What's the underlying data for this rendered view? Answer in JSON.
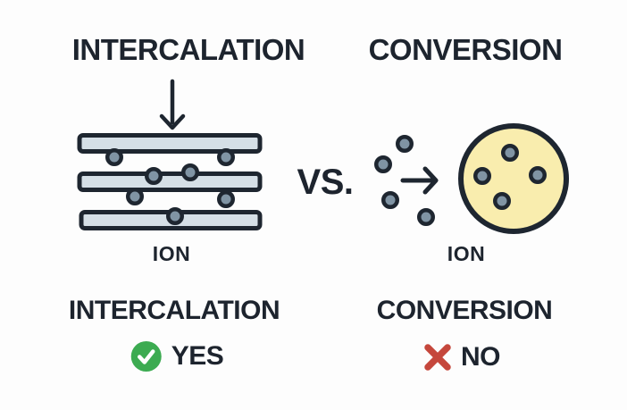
{
  "colors": {
    "background": "#fdfdfd",
    "outline": "#1e2630",
    "text": "#1d242e",
    "layer_fill": "#d5dfe6",
    "ion_fill": "#8094a4",
    "product_fill": "#f9edae",
    "yes_green": "#3cab51",
    "no_red": "#c5473c",
    "check_mark": "#ffffff"
  },
  "header": {
    "left_title": "INTERCALATION",
    "vs_label": "VS.",
    "right_title": "CONVERSION"
  },
  "intercalation": {
    "ion_label": "ION",
    "result_title": "INTERCALATION",
    "verdict_label": "YES"
  },
  "conversion": {
    "ion_label": "ION",
    "result_title": "CONVERSION",
    "verdict_label": "NO"
  }
}
